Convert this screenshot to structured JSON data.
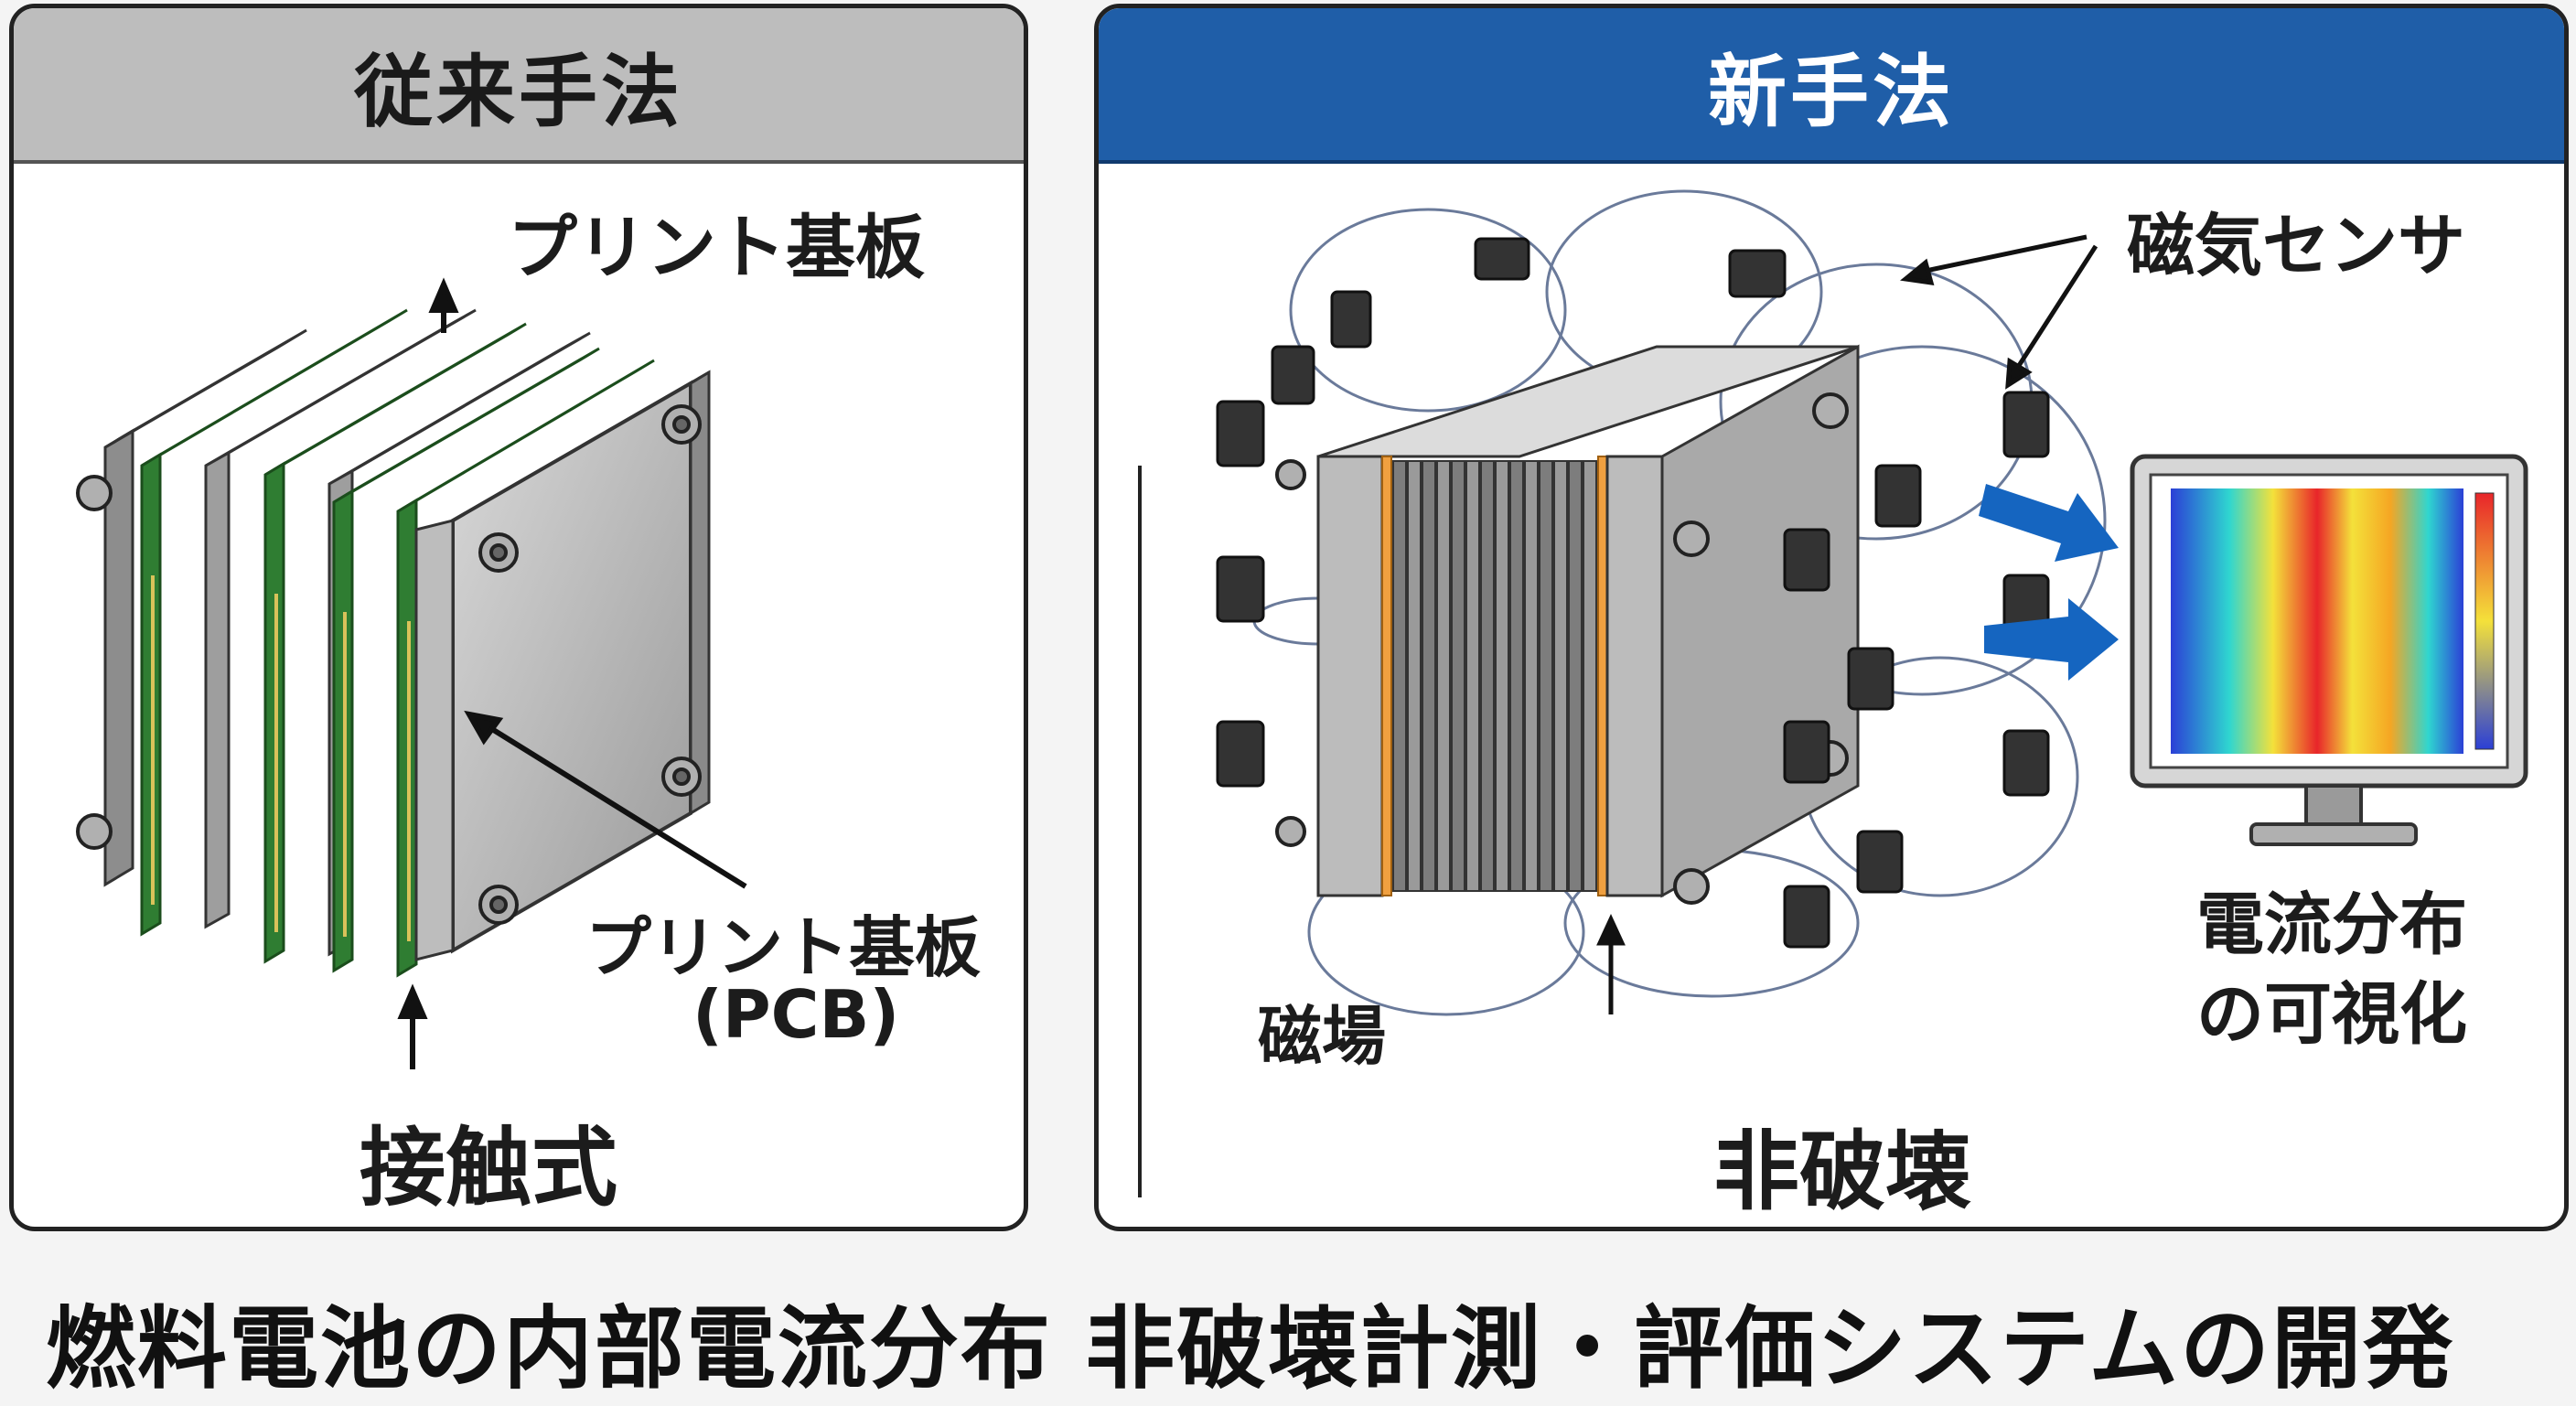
{
  "left_panel": {
    "header": "従来手法",
    "label_top": "プリント基板",
    "label_pcb_line1": "プリント基板",
    "label_pcb_line2": "(PCB)",
    "label_bottom": "接触式"
  },
  "right_panel": {
    "header": "新手法",
    "label_sensor": "磁気センサ",
    "label_field": "磁場",
    "label_result_line1": "電流分布",
    "label_result_line2": "の可視化",
    "label_bottom": "非破壊"
  },
  "footer": {
    "title": "燃料電池の内部電流分布  非破壊計測・評価システムの開発"
  },
  "colors": {
    "header_gray": "#bdbdbd",
    "header_blue": "#1f5ea8",
    "pcb_green": "#2f7d32",
    "arrow_blue": "#1565c0",
    "copper_orange": "#f0a040"
  },
  "icons": [
    "monitor-icon",
    "heatmap-display",
    "blue-arrow-icon",
    "magnetic-sensor-icon"
  ]
}
